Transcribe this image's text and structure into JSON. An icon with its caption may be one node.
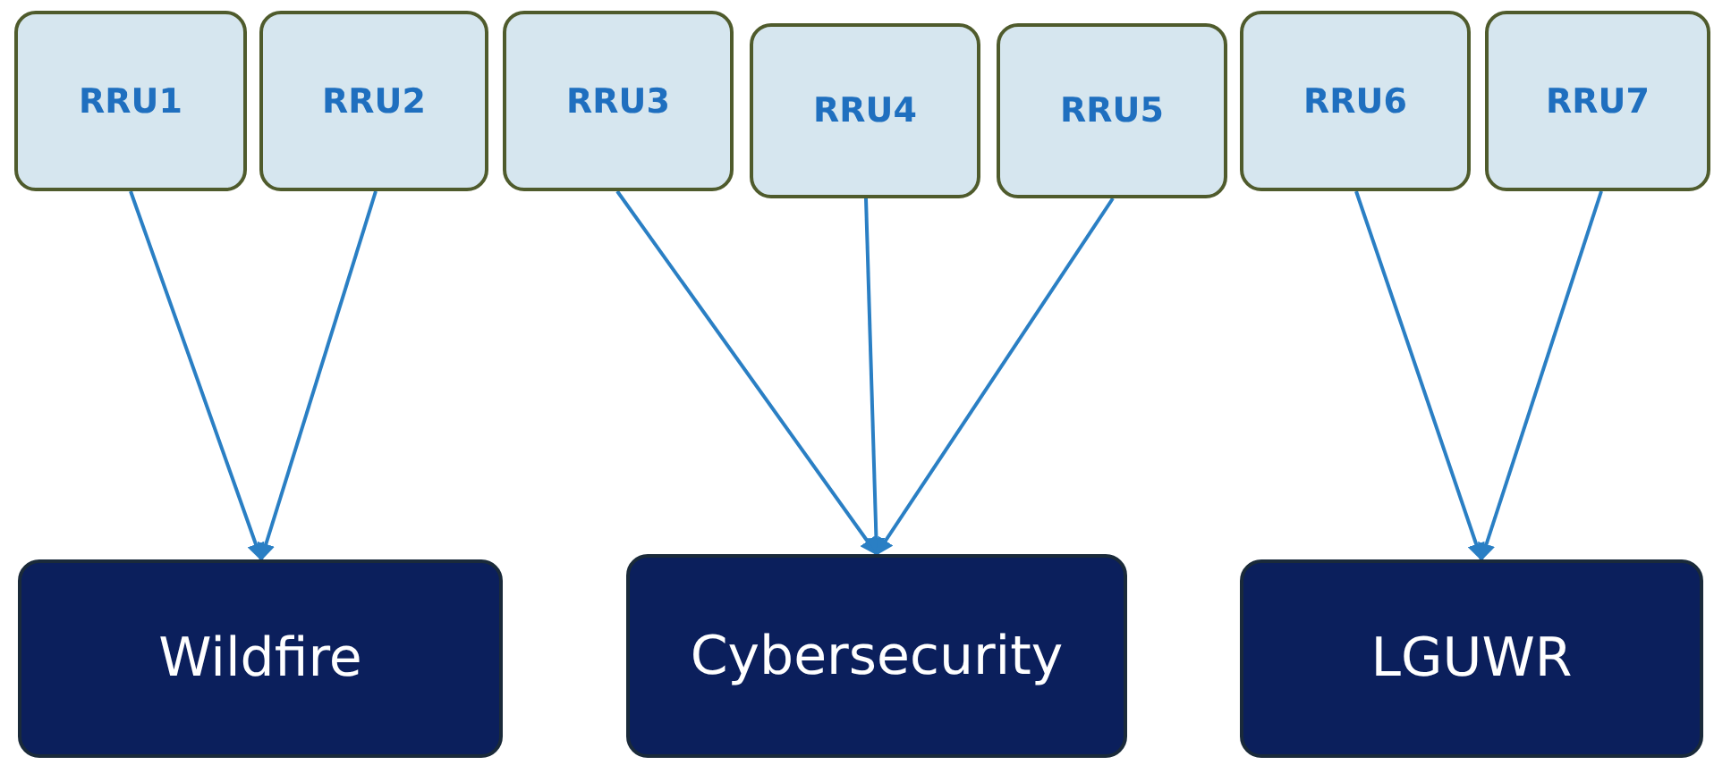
{
  "diagram": {
    "nodes": [
      {
        "text": [
          "RRU1"
        ]
      },
      {
        "text": [
          "RRU2"
        ]
      },
      {
        "text": [
          "RRU3"
        ]
      },
      {
        "text": [
          "RRU4"
        ]
      },
      {
        "text": [
          "RRU5"
        ]
      },
      {
        "text": [
          "RRU6"
        ]
      },
      {
        "text": [
          "RRU7"
        ]
      },
      {
        "text": [
          "Wildfire"
        ]
      },
      {
        "text": [
          "Cybersecurity"
        ]
      },
      {
        "text": [
          "LGUWR"
        ]
      }
    ],
    "edges": [
      {
        "from": 0,
        "to": 7,
        "arrow": "to"
      },
      {
        "from": 1,
        "to": 7,
        "arrow": "to"
      },
      {
        "from": 2,
        "to": 8,
        "arrow": "to"
      },
      {
        "from": 3,
        "to": 8,
        "arrow": "to"
      },
      {
        "from": 4,
        "to": 8,
        "arrow": "to"
      },
      {
        "from": 5,
        "to": 9,
        "arrow": "to"
      },
      {
        "from": 6,
        "to": 9,
        "arrow": "to"
      }
    ]
  }
}
